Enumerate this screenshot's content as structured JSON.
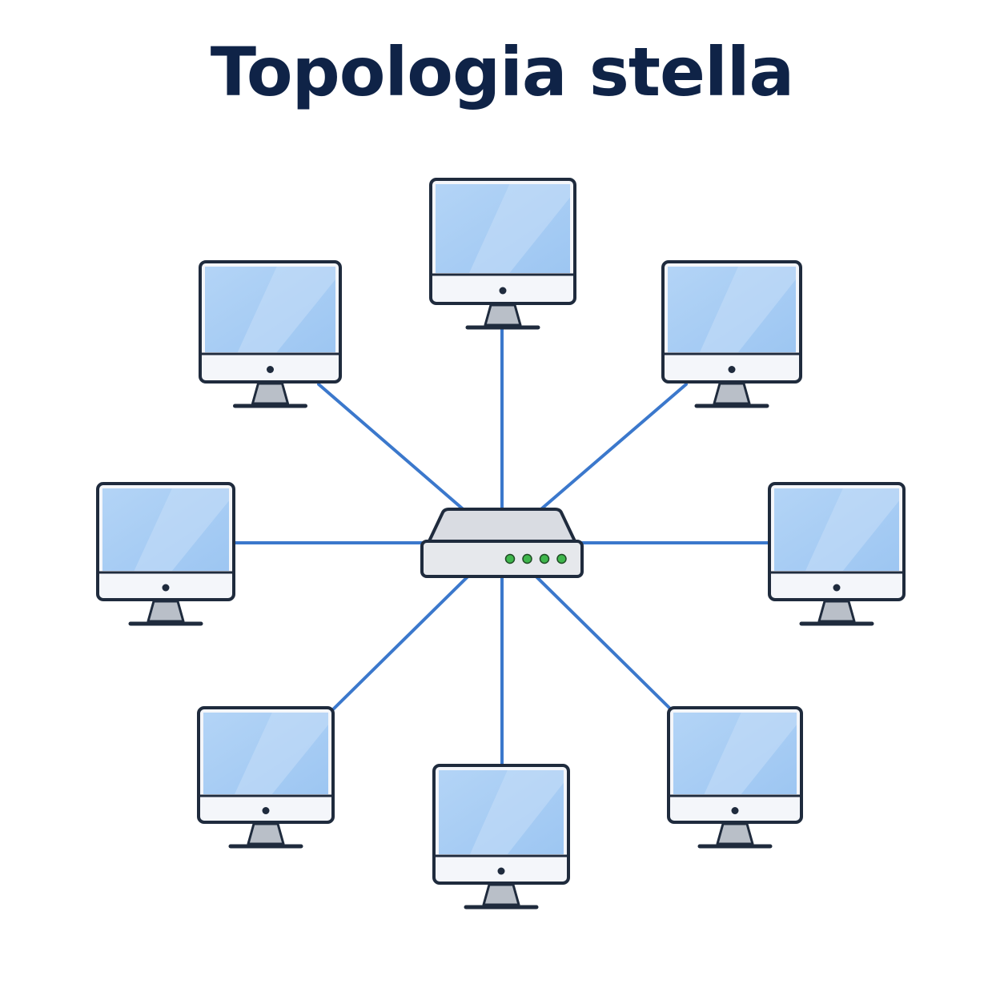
{
  "title": "Topologia stella",
  "colors": {
    "link": "#3b78cc",
    "outline": "#1f2b3d",
    "screen": "#a9cdf4",
    "screen_highlight": "#c6def8",
    "chin": "#f4f6fa",
    "stand": "#b9bfc8",
    "hub_body": "#e6e8ec",
    "hub_led": "#3fb64c",
    "title": "#0f2347"
  },
  "hub": {
    "name": "hub",
    "led_count": 4
  },
  "computers": [
    {
      "name": "computer-top"
    },
    {
      "name": "computer-top-right"
    },
    {
      "name": "computer-right"
    },
    {
      "name": "computer-bottom-right"
    },
    {
      "name": "computer-bottom"
    },
    {
      "name": "computer-bottom-left"
    },
    {
      "name": "computer-left"
    },
    {
      "name": "computer-top-left"
    }
  ]
}
